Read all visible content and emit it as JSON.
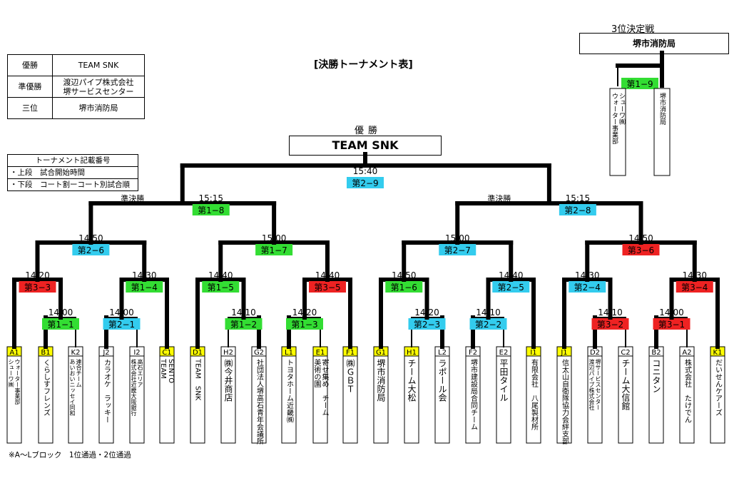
{
  "title": "[決勝トーナメント表]",
  "results": [
    {
      "label": "優勝",
      "value": "TEAM SNK"
    },
    {
      "label": "準優勝",
      "value": "渡辺パイプ株式会社\n堺サービスセンター"
    },
    {
      "label": "三位",
      "value": "堺市消防局"
    }
  ],
  "legend": {
    "title": "トーナメント記載番号",
    "lines": [
      "・上段　試合開始時間",
      "・下段　コート割ーコート別試合順"
    ]
  },
  "third_place": {
    "heading": "3位決定戦",
    "winner": "堺市消防局",
    "match": {
      "code": "第1−9",
      "color": "green"
    },
    "teams": [
      "シューワ㈱\nウォーター事業部",
      "堺市消防局"
    ]
  },
  "champion": {
    "label": "優勝",
    "team": "TEAM SNK"
  },
  "final": {
    "time": "15:40",
    "code": "第2−9",
    "color": "blue"
  },
  "semifinals": [
    {
      "label": "準決勝",
      "time": "15:15",
      "code": "第1−8",
      "color": "green"
    },
    {
      "label": "準決勝",
      "time": "15:15",
      "code": "第2−8",
      "color": "blue"
    }
  ],
  "quarterfinals": [
    {
      "time": "14:50",
      "code": "第2−6",
      "color": "blue"
    },
    {
      "time": "15:00",
      "code": "第1−7",
      "color": "green"
    },
    {
      "time": "15:00",
      "code": "第2−7",
      "color": "blue"
    },
    {
      "time": "14:50",
      "code": "第3−6",
      "color": "red"
    }
  ],
  "round2": [
    {
      "time": "14:20",
      "code": "第3−3",
      "color": "red"
    },
    {
      "time": "14:30",
      "code": "第1−4",
      "color": "green"
    },
    {
      "time": "14:40",
      "code": "第1−5",
      "color": "green"
    },
    {
      "time": "14:40",
      "code": "第3−5",
      "color": "red"
    },
    {
      "time": "14:50",
      "code": "第1−6",
      "color": "green"
    },
    {
      "time": "14:40",
      "code": "第2−5",
      "color": "blue"
    },
    {
      "time": "14:30",
      "code": "第2−4",
      "color": "blue"
    },
    {
      "time": "14:30",
      "code": "第3−4",
      "color": "red"
    }
  ],
  "round1": [
    {
      "time": "14:00",
      "code": "第1−1",
      "color": "green"
    },
    {
      "time": "14:00",
      "code": "第2−1",
      "color": "blue"
    },
    {
      "time": "14:10",
      "code": "第1−2",
      "color": "green"
    },
    {
      "time": "14:20",
      "code": "第1−3",
      "color": "green"
    },
    {
      "time": "14:20",
      "code": "第2−3",
      "color": "blue"
    },
    {
      "time": "14:10",
      "code": "第2−2",
      "color": "blue"
    },
    {
      "time": "14:10",
      "code": "第3−2",
      "color": "red"
    },
    {
      "time": "14:00",
      "code": "第3−1",
      "color": "red"
    }
  ],
  "teams": [
    {
      "seed": "A1",
      "name": "シューワ㈱\nウォーター事業部",
      "yellow": true
    },
    {
      "seed": "B1",
      "name": "くらしすフレンズ",
      "yellow": true
    },
    {
      "seed": "K2",
      "name": "あいおいニッセイ同和\n連合チーム",
      "yellow": false
    },
    {
      "seed": "J2",
      "name": "カラオケ　ラッキー",
      "yellow": false
    },
    {
      "seed": "I2",
      "name": "株式会社近畿大阪銀行\n高石エリア",
      "yellow": false
    },
    {
      "seed": "C1",
      "name": "TEAM\nSENTO",
      "yellow": true
    },
    {
      "seed": "D1",
      "name": "TEAM　SNK",
      "yellow": true
    },
    {
      "seed": "H2",
      "name": "㈱今井商店",
      "yellow": false
    },
    {
      "seed": "G2",
      "name": "社団法人堺高石青年会議所",
      "yellow": false
    },
    {
      "seed": "L1",
      "name": "トヨタホーム近畿㈱",
      "yellow": true
    },
    {
      "seed": "E1",
      "name": "美術の園\n寄せ集め　チーム",
      "yellow": true
    },
    {
      "seed": "F1",
      "name": "㈱ＧＢＴ",
      "yellow": true
    },
    {
      "seed": "G1",
      "name": "堺市消防局",
      "yellow": true
    },
    {
      "seed": "H1",
      "name": "チーム大松",
      "yellow": true
    },
    {
      "seed": "L2",
      "name": "ラポール会",
      "yellow": false
    },
    {
      "seed": "F2",
      "name": "堺市建設局合同チーム",
      "yellow": false
    },
    {
      "seed": "E2",
      "name": "平田タイル",
      "yellow": false
    },
    {
      "seed": "I1",
      "name": "有限会社　八尾製材所",
      "yellow": true
    },
    {
      "seed": "J1",
      "name": "信太山自衛隊協力会絆支部",
      "yellow": true
    },
    {
      "seed": "D2",
      "name": "渡辺パイプ株式会社\n堺サービスセンター",
      "yellow": false
    },
    {
      "seed": "C2",
      "name": "チーム大信館",
      "yellow": false
    },
    {
      "seed": "B2",
      "name": "コニタン",
      "yellow": false
    },
    {
      "seed": "A2",
      "name": "株式会社　たけでん",
      "yellow": false
    },
    {
      "seed": "K1",
      "name": "だいせんケアーズ",
      "yellow": true
    }
  ],
  "footnote": "※A〜Lブロック　1位通過・2位通過",
  "colors": {
    "green": "#33dd33",
    "blue": "#33ccee",
    "red": "#ee2222",
    "yellow": "#ffff00",
    "line": "#000000"
  }
}
